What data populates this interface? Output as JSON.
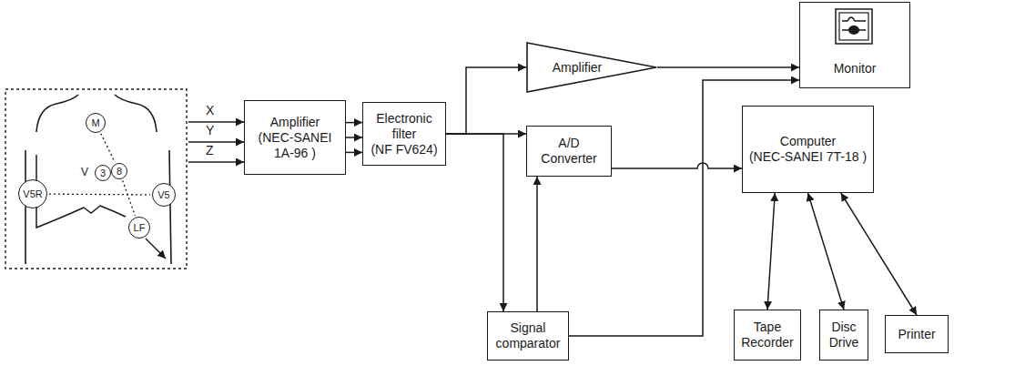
{
  "diagram": {
    "nodes": [
      {
        "text": [
          "M"
        ]
      },
      {
        "text": [
          "3"
        ]
      },
      {
        "text": [
          "8"
        ]
      },
      {
        "text": [
          "V5R"
        ]
      },
      {
        "text": [
          "V5"
        ]
      },
      {
        "text": [
          "LF"
        ]
      },
      {
        "text": [
          "Amplifier",
          "(NEC-SANEI 1A-96 )"
        ]
      },
      {
        "text": [
          "Electronic filter",
          "(NF FV624)"
        ]
      },
      {
        "text": [
          "Amplifier"
        ]
      },
      {
        "text": [
          "Monitor"
        ]
      },
      {
        "text": [
          "A/D Converter"
        ]
      },
      {
        "text": [
          "Computer",
          "(NEC-SANEI 7T-18 )"
        ]
      },
      {
        "text": [
          "Signal comparator"
        ]
      },
      {
        "text": [
          "Tape Recorder"
        ]
      },
      {
        "text": [
          "Disc Drive"
        ]
      },
      {
        "text": [
          "Printer"
        ]
      }
    ],
    "edges": [
      {
        "from": 0,
        "to": 2,
        "arrow": "none"
      },
      {
        "from": 3,
        "to": 4,
        "arrow": "none"
      },
      {
        "from": 2,
        "to": 5,
        "arrow": "none"
      },
      {
        "from": 6,
        "to": 7,
        "arrow": "to"
      },
      {
        "from": 6,
        "to": 7,
        "arrow": "to"
      },
      {
        "from": 6,
        "to": 7,
        "arrow": "to"
      },
      {
        "from": 7,
        "to": 8,
        "arrow": "to"
      },
      {
        "from": 7,
        "to": 10,
        "arrow": "to"
      },
      {
        "from": 7,
        "to": 12,
        "arrow": "to"
      },
      {
        "from": 8,
        "to": 9,
        "arrow": "to"
      },
      {
        "from": 12,
        "to": 10,
        "arrow": "to"
      },
      {
        "from": 12,
        "to": 9,
        "arrow": "to"
      },
      {
        "from": 10,
        "to": 11,
        "arrow": "to"
      },
      {
        "from": 11,
        "to": 13,
        "arrow": "both"
      },
      {
        "from": 11,
        "to": 14,
        "arrow": "both"
      },
      {
        "from": 11,
        "to": 15,
        "arrow": "both"
      }
    ],
    "labels": [
      "X",
      "Y",
      "Z",
      "V"
    ]
  }
}
